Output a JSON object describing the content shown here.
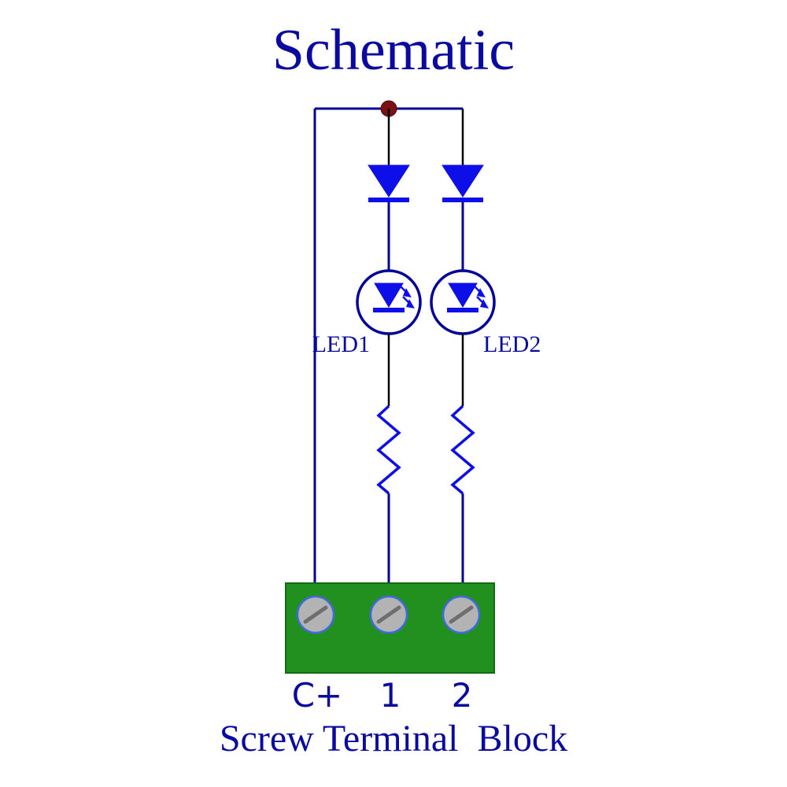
{
  "title": "Schematic",
  "components": {
    "led1_label": "LED1",
    "led2_label": "LED2"
  },
  "terminal_block": {
    "labels": [
      "C+",
      "1",
      "2"
    ],
    "caption": "Screw Terminal  Block"
  },
  "colors": {
    "text_blue": "#0a0aa0",
    "wire_blue": "#000099",
    "wire_black": "#000000",
    "component_blue": "#0e0ee8",
    "junction_red": "#7b1113",
    "terminal_green": "#22901f",
    "screw_gray": "#b3b3b3",
    "screw_outline": "#4169e1",
    "slot_gray": "#6e6e6e"
  }
}
